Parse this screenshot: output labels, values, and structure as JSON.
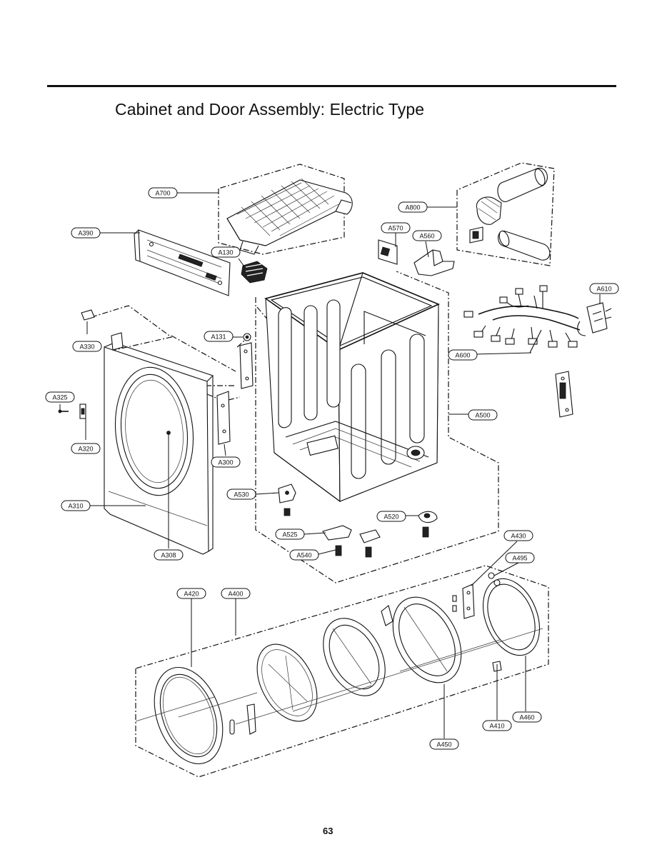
{
  "header": {
    "title": "Cabinet and Door Assembly: Electric Type"
  },
  "footer": {
    "page_number": "63"
  },
  "labels": {
    "A700": "A700",
    "A390": "A390",
    "A130": "A130",
    "A570": "A570",
    "A560": "A560",
    "A800": "A800",
    "A610": "A610",
    "A600": "A600",
    "A500": "A500",
    "A330": "A330",
    "A131": "A131",
    "A325": "A325",
    "A320": "A320",
    "A300": "A300",
    "A310": "A310",
    "A308": "A308",
    "A530": "A530",
    "A520": "A520",
    "A525": "A525",
    "A540": "A540",
    "A430": "A430",
    "A495": "A495",
    "A420": "A420",
    "A400": "A400",
    "A410": "A410",
    "A460": "A460",
    "A450": "A450"
  }
}
